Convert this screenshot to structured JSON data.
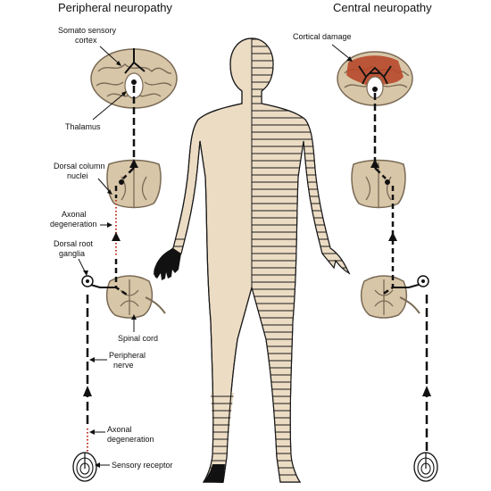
{
  "titles": {
    "left": "Peripheral neuropathy",
    "right": "Central neuropathy"
  },
  "labels": {
    "somatosensory_line1": "Somato sensory",
    "somatosensory_line2": "cortex",
    "thalamus": "Thalamus",
    "dorsal_column_line1": "Dorsal column",
    "dorsal_column_line2": "nuclei",
    "axonal_degeneration_line1": "Axonal",
    "axonal_degeneration_line2": "degeneration",
    "dorsal_root_line1": "Dorsal root",
    "dorsal_root_line2": "ganglia",
    "spinal_cord": "Spinal cord",
    "peripheral_nerve_line1": "Peripheral",
    "peripheral_nerve_line2": "nerve",
    "sensory_receptor": "Sensory receptor",
    "cortical_damage": "Cortical damage"
  },
  "colors": {
    "skin": "#ecdcc4",
    "tissue": "#d8c6a8",
    "tissue_dark": "#7a6a55",
    "lesion": "#b8482a",
    "degeneration": "#c0392b",
    "ink": "#111111"
  }
}
